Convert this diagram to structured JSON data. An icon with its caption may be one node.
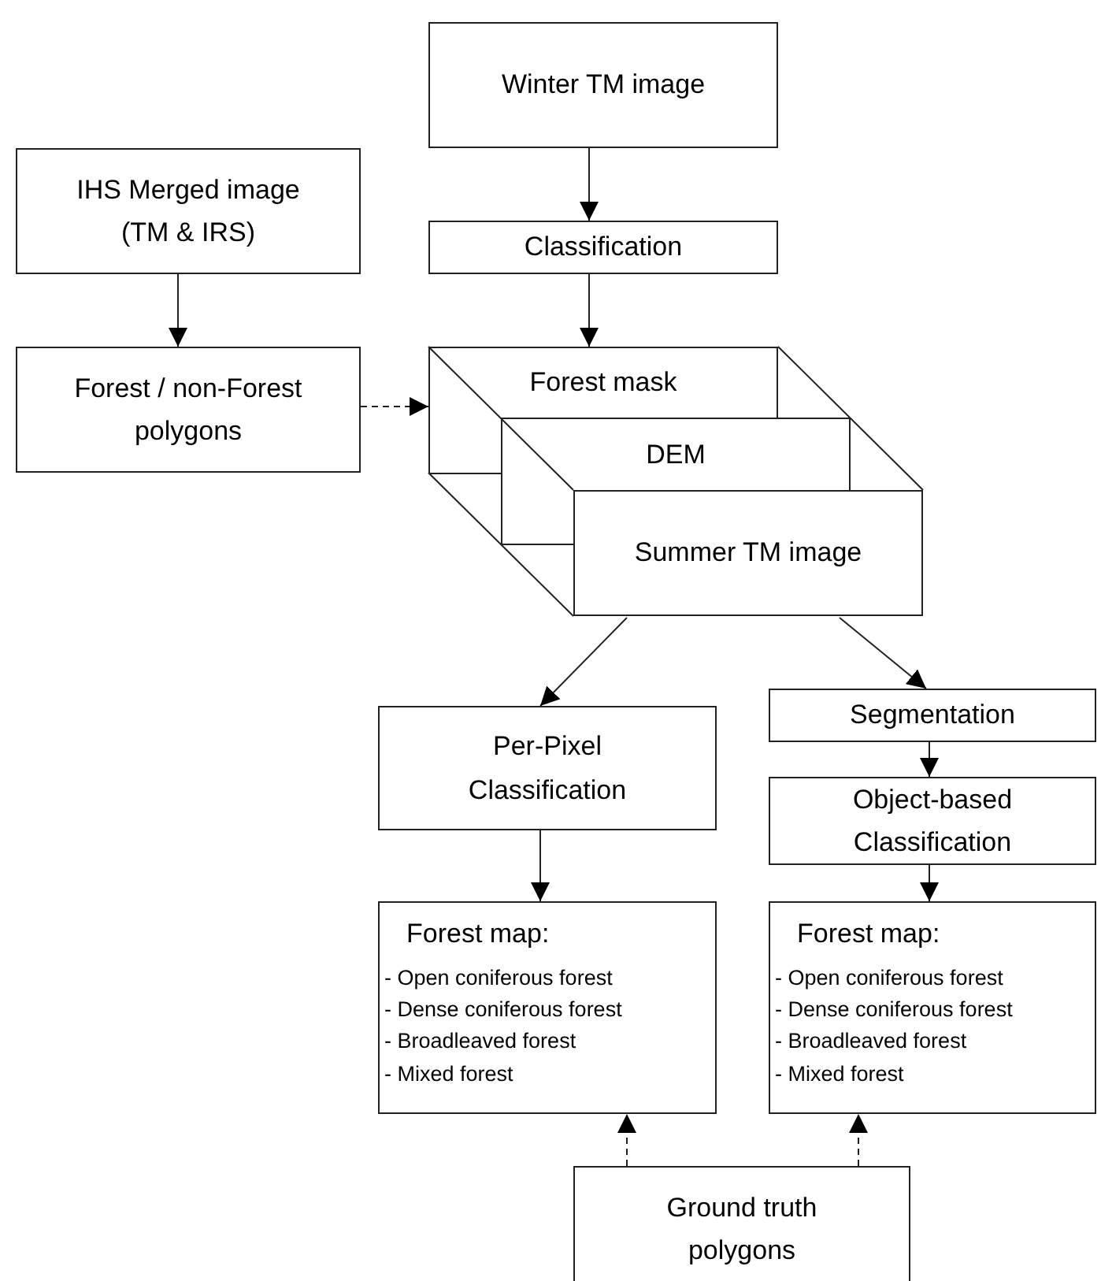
{
  "diagram": {
    "nodes": [
      {
        "text": [
          "Winter TM image"
        ]
      },
      {
        "text": [
          "IHS Merged image (TM & IRS)"
        ]
      },
      {
        "text": [
          "Classification"
        ]
      },
      {
        "text": [
          "Forest / non-Forest polygons"
        ]
      },
      {
        "text": [
          "Forest mask"
        ]
      },
      {
        "text": [
          "DEM"
        ]
      },
      {
        "text": [
          "Summer TM image"
        ]
      },
      {
        "text": [
          "Per-Pixel Classification"
        ]
      },
      {
        "text": [
          "Segmentation"
        ]
      },
      {
        "text": [
          "Object-based Classification"
        ]
      },
      {
        "text": [
          "Forest map:",
          "- Open coniferous forest",
          "- Dense coniferous forest",
          "- Broadleaved forest",
          "- Mixed forest"
        ]
      },
      {
        "text": [
          "Forest map:",
          "- Open coniferous forest",
          "- Dense coniferous forest",
          "- Broadleaved forest",
          "- Mixed forest"
        ]
      },
      {
        "text": [
          "Ground truth polygons"
        ]
      }
    ],
    "edges": [
      {
        "from": 0,
        "to": 2,
        "arrow": "to"
      },
      {
        "from": 1,
        "to": 3,
        "arrow": "to"
      },
      {
        "from": 2,
        "to": 4,
        "arrow": "to"
      },
      {
        "from": 3,
        "to": 4,
        "arrow": "to",
        "style": "dashed"
      },
      {
        "from": 6,
        "to": 7,
        "arrow": "to"
      },
      {
        "from": 6,
        "to": 8,
        "arrow": "to"
      },
      {
        "from": 8,
        "to": 9,
        "arrow": "to"
      },
      {
        "from": 7,
        "to": 10,
        "arrow": "to"
      },
      {
        "from": 9,
        "to": 11,
        "arrow": "to"
      },
      {
        "from": 12,
        "to": 10,
        "arrow": "to",
        "style": "dashed"
      },
      {
        "from": 12,
        "to": 11,
        "arrow": "to",
        "style": "dashed"
      }
    ]
  }
}
